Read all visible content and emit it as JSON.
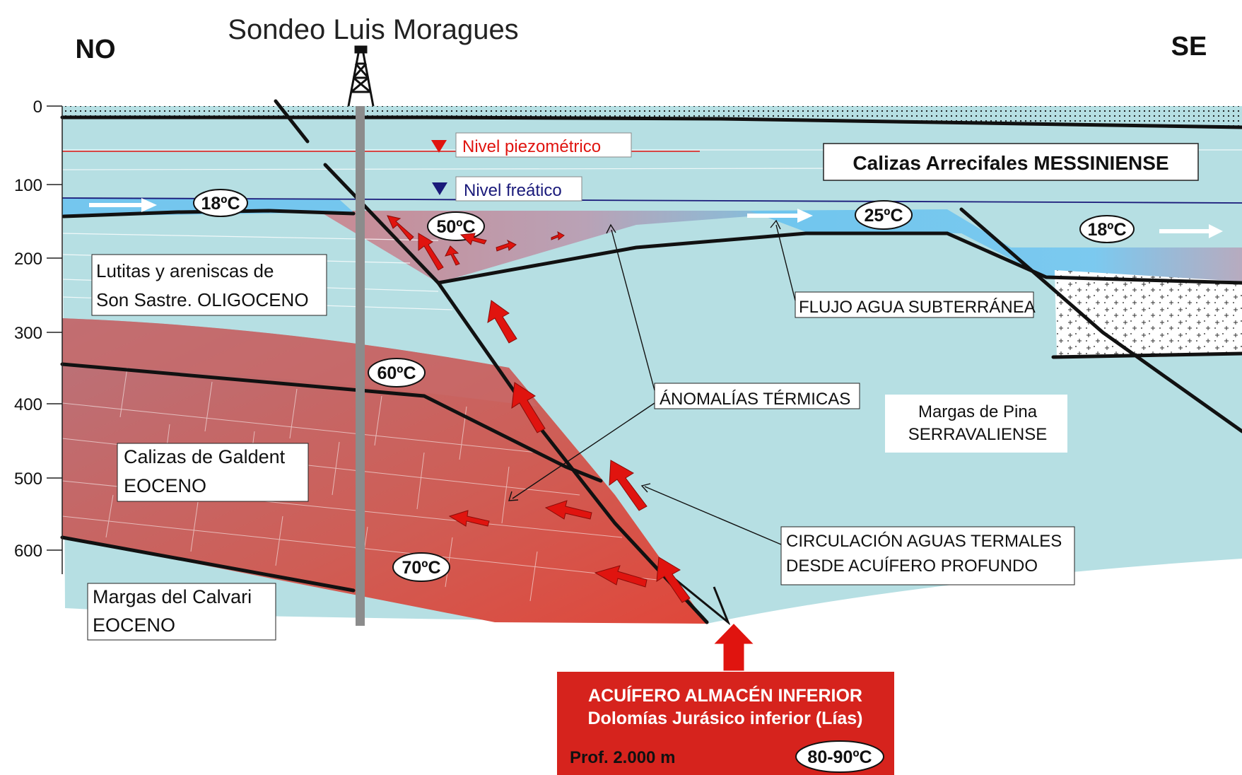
{
  "title": "Sondeo Luis Moragues",
  "orientation": {
    "left": "NO",
    "right": "SE"
  },
  "depth_axis": {
    "ticks": [
      "0",
      "100",
      "200",
      "300",
      "400",
      "500",
      "600"
    ]
  },
  "water_levels": {
    "piezometric": "Nivel piezométrico",
    "phreatic": "Nivel freático"
  },
  "units": {
    "messiniense": "Calizas Arrecifales MESSINIENSE",
    "oligoceno_line1": "Lutitas y areniscas de",
    "oligoceno_line2": "Son Sastre. OLIGOCENO",
    "galdent_line1": "Calizas de Galdent",
    "galdent_line2": "EOCENO",
    "calvari_line1": "Margas del Calvari",
    "calvari_line2": "EOCENO",
    "pina_line1": "Margas de Pina",
    "pina_line2": "SERRAVALIENSE"
  },
  "annotations": {
    "flujo": "FLUJO AGUA SUBTERRÁNEA",
    "anomalias": "ÁNOMALÍAS TÉRMICAS",
    "circulacion_line1": "CIRCULACIÓN AGUAS TERMALES",
    "circulacion_line2": "DESDE ACUÍFERO PROFUNDO"
  },
  "temperatures": {
    "t18_left": "18ºC",
    "t50": "50ºC",
    "t25": "25ºC",
    "t18_right": "18ºC",
    "t60": "60ºC",
    "t70": "70ºC"
  },
  "aquifer": {
    "line1": "ACUÍFERO ALMACÉN INFERIOR",
    "line2": "Dolomías Jurásico inferior (Lías)",
    "depth": "Prof. 2.000 m",
    "temp": "80-90ºC"
  },
  "colors": {
    "water": "#b6dfe3",
    "aquifer_blue": "#74c6ee",
    "thermal_red": "#d9554a",
    "arrow_red": "#e0140f",
    "box_red": "#d6231d"
  }
}
